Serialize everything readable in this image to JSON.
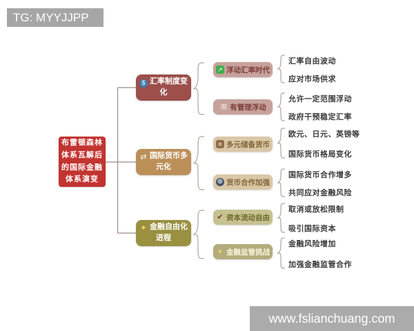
{
  "header": {
    "tag_label": "TG: MYYJJPP"
  },
  "footer": {
    "watermark": "www.fslianchuang.com"
  },
  "icons": {
    "globe_currency": "$",
    "chart_up": "↗",
    "grid": "⊞",
    "exchange_arrows": "⇄",
    "currency_sign": "¤",
    "globe": "⊕",
    "key": "✦",
    "checkmark": "✔",
    "lightbulb": "♦"
  },
  "mindmap": {
    "root": {
      "label": "布雷顿森林体系瓦解后的国际金融体系演变",
      "bg": "#c23430",
      "fg": "#ffffff"
    },
    "branches": [
      {
        "label": "汇率制度变化",
        "icon": "globe-currency-icon",
        "bg": "#9c4f4b",
        "fg": "#ffffff",
        "children": [
          {
            "label": "浮动汇率时代",
            "icon": "chart-up-icon",
            "bg": "#c7a29c",
            "fg": "#7e3d38",
            "leaves": [
              "汇率自由波动",
              "应对市场供求"
            ]
          },
          {
            "label": "有管理浮动",
            "icon": "grid-icon",
            "bg": "#c7a29c",
            "fg": "#7e3d38",
            "leaves": [
              "允许一定范围浮动",
              "政府干预稳定汇率"
            ]
          }
        ]
      },
      {
        "label": "国际货币多元化",
        "icon": "exchange-arrows-icon",
        "bg": "#bc8f58",
        "fg": "#ffffff",
        "children": [
          {
            "label": "多元储备货币",
            "icon": "currency-sign-icon",
            "bg": "#d9c7a6",
            "fg": "#83663a",
            "leaves": [
              "欧元、日元、英镑等",
              "国际货币格局变化"
            ]
          },
          {
            "label": "货币合作加强",
            "icon": "globe-icon",
            "bg": "#d9c7a6",
            "fg": "#83663a",
            "leaves": [
              "国际货币合作增多",
              "共同应对金融风险"
            ]
          }
        ]
      },
      {
        "label": "金融自由化进程",
        "icon": "key-icon",
        "bg": "#999040",
        "fg": "#ffffff",
        "children": [
          {
            "label": "资本流动自由",
            "icon": "checkmark-icon",
            "bg": "#c6c291",
            "fg": "#6e682c",
            "leaves": [
              "取消或放松限制",
              "吸引国际资本"
            ]
          },
          {
            "label": "金融监管挑战",
            "icon": "lightbulb-icon",
            "bg": "#b2ad7b",
            "fg": "#f8f4dc",
            "leaves": [
              "金融风险增加",
              "加强金融监管合作"
            ]
          }
        ]
      }
    ]
  }
}
